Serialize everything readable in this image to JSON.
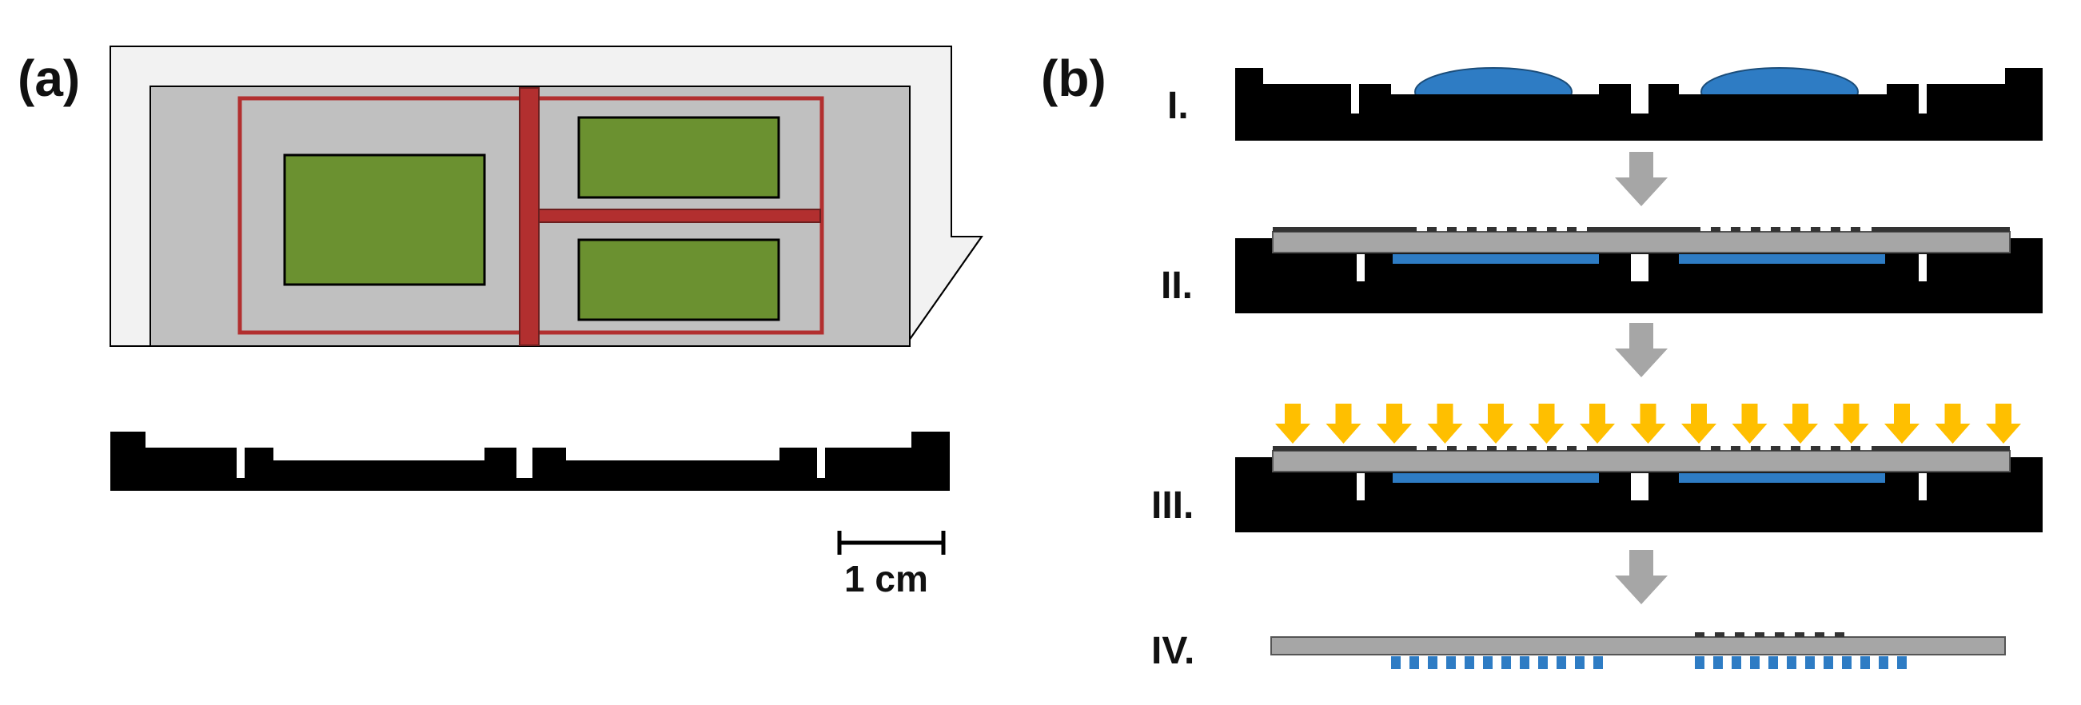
{
  "panels": {
    "a": {
      "label": "(a)"
    },
    "b": {
      "label": "(b)"
    }
  },
  "scale_bar": {
    "label": "1 cm"
  },
  "steps": [
    {
      "label": "I."
    },
    {
      "label": "II."
    },
    {
      "label": "III."
    },
    {
      "label": "IV."
    }
  ],
  "colors": {
    "substrate": "#000000",
    "platform_light": "#f2f2f2",
    "platform_mid": "#c0c0c0",
    "channel_red": "#b22f2f",
    "pad_green": "#6b9130",
    "droplet_blue": "#2e7cc4",
    "membrane_gray": "#a6a6a6",
    "arrow_gray": "#a6a6a6",
    "uv_yellow": "#ffbf00"
  },
  "icons": {
    "process_arrow": "down-arrow-icon",
    "uv_arrow": "uv-light-arrow-icon"
  }
}
